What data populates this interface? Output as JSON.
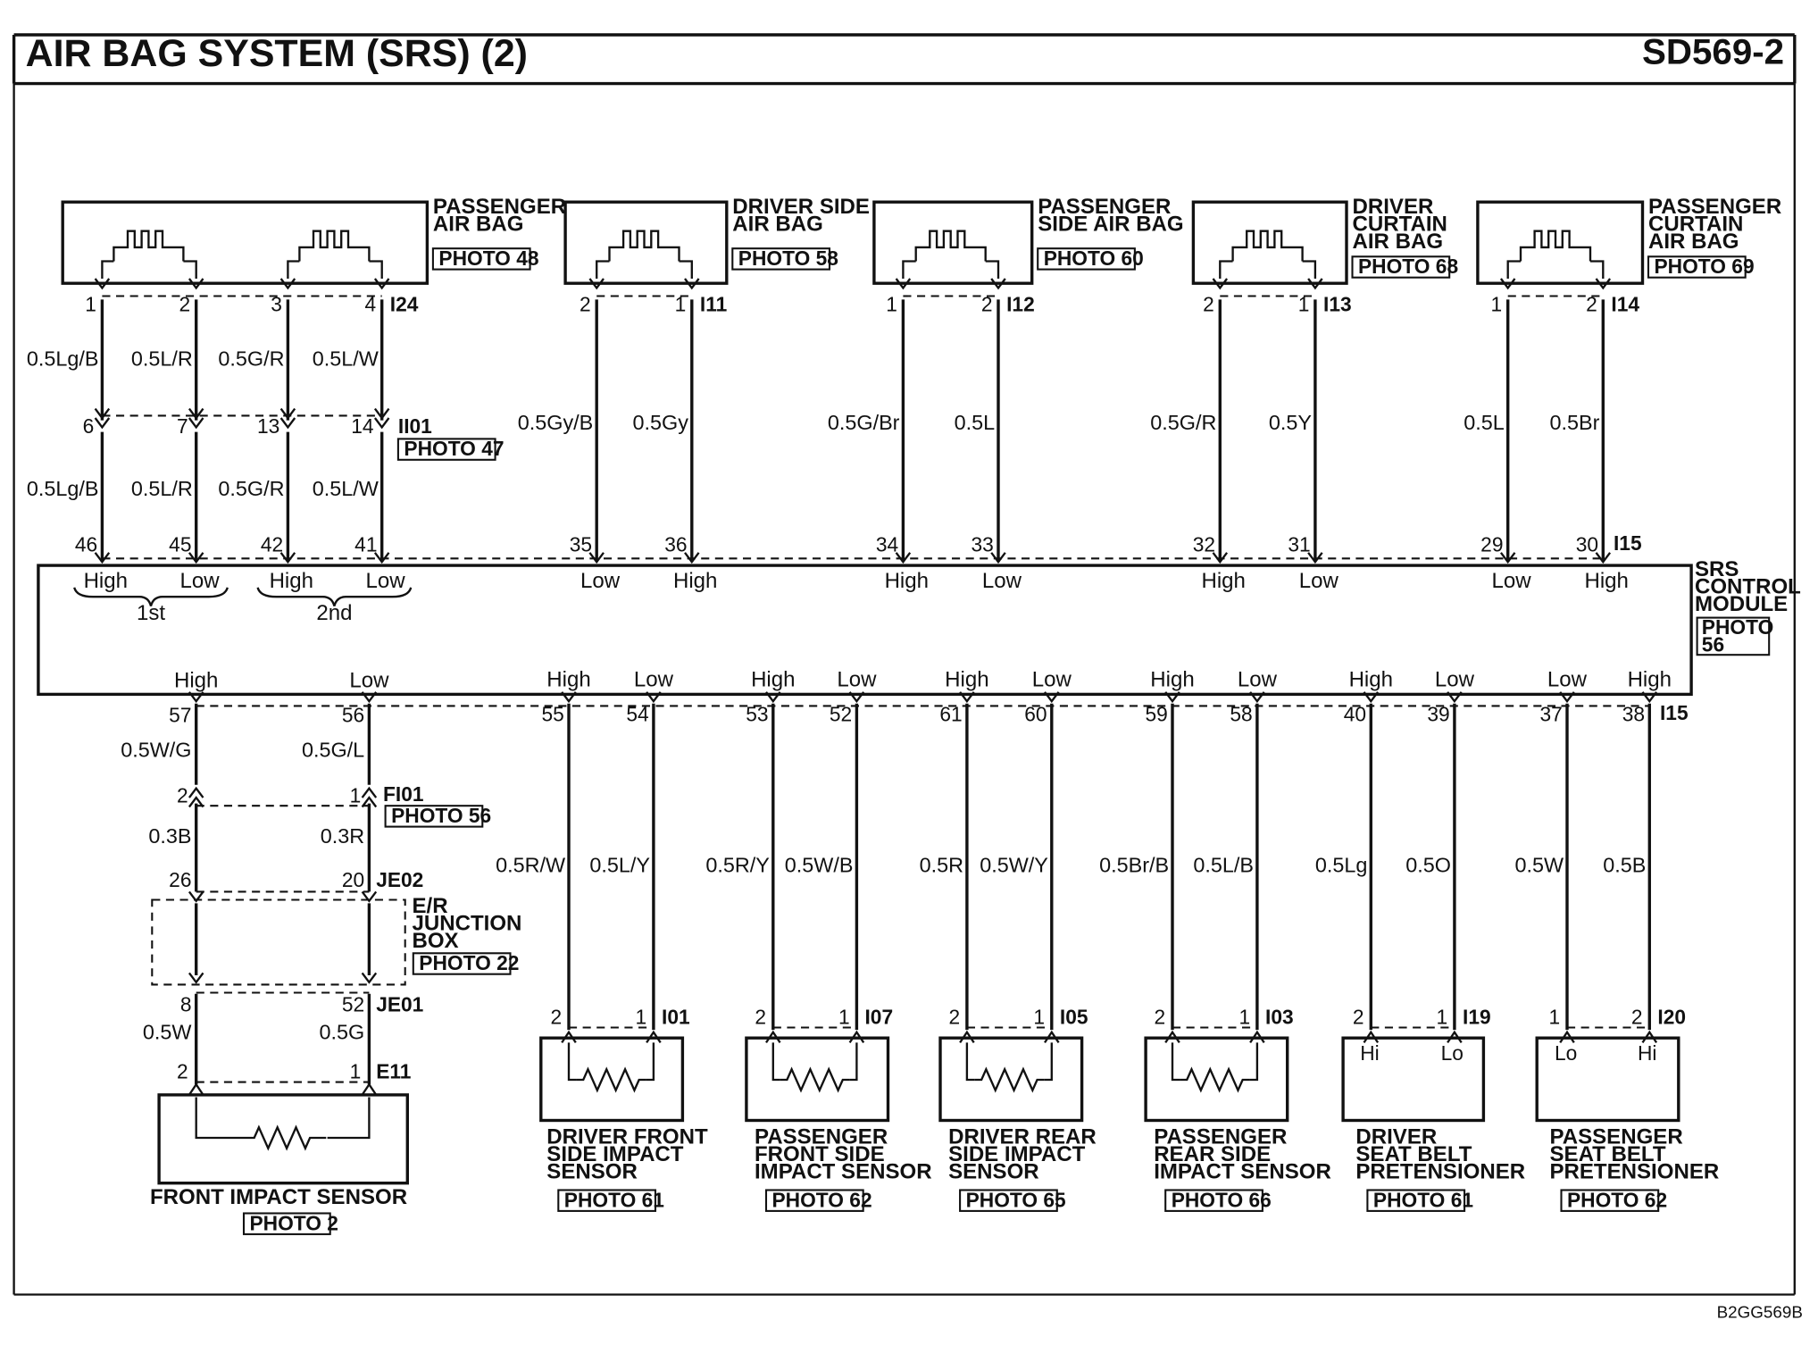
{
  "header": {
    "title": "AIR BAG SYSTEM (SRS) (2)",
    "code": "SD569-2"
  },
  "footer": {
    "code": "B2GG569B"
  },
  "module": {
    "name_lines": [
      "SRS",
      "CONTROL",
      "MODULE"
    ],
    "photo": "PHOTO",
    "photo_num": "56",
    "stage_1st": "1st",
    "stage_2nd": "2nd"
  },
  "top_components": [
    {
      "id": "pab",
      "lines": [
        "PASSENGER",
        "AIR BAG"
      ],
      "photo": "PHOTO 48"
    },
    {
      "id": "dsab",
      "lines": [
        "DRIVER SIDE",
        "AIR BAG"
      ],
      "photo": "PHOTO 58"
    },
    {
      "id": "psab",
      "lines": [
        "PASSENGER",
        "SIDE AIR BAG"
      ],
      "photo": "PHOTO 60"
    },
    {
      "id": "dcab",
      "lines": [
        "DRIVER",
        "CURTAIN",
        "AIR BAG"
      ],
      "photo": "PHOTO 68"
    },
    {
      "id": "pcab",
      "lines": [
        "PASSENGER",
        "CURTAIN",
        "AIR BAG"
      ],
      "photo": "PHOTO 69"
    }
  ],
  "top_connectors": [
    "I24",
    "I11",
    "I12",
    "I13",
    "I14"
  ],
  "inline_top": {
    "name": "II01",
    "photo": "PHOTO 47"
  },
  "module_connectors": [
    "I15",
    "I15"
  ],
  "top_wires": [
    {
      "pin_comp": "1",
      "wire1": "0.5Lg/B",
      "inl": "6",
      "wire2": "0.5Lg/B",
      "pin_mod": "46",
      "pol": "High"
    },
    {
      "pin_comp": "2",
      "wire1": "0.5L/R",
      "inl": "7",
      "wire2": "0.5L/R",
      "pin_mod": "45",
      "pol": "Low"
    },
    {
      "pin_comp": "3",
      "wire1": "0.5G/R",
      "inl": "13",
      "wire2": "0.5G/R",
      "pin_mod": "42",
      "pol": "High"
    },
    {
      "pin_comp": "4",
      "wire1": "0.5L/W",
      "inl": "14",
      "wire2": "0.5L/W",
      "pin_mod": "41",
      "pol": "Low"
    },
    {
      "pin_comp": "2",
      "wire": "0.5Gy/B",
      "pin_mod": "35",
      "pol": "Low"
    },
    {
      "pin_comp": "1",
      "wire": "0.5Gy",
      "pin_mod": "36",
      "pol": "High"
    },
    {
      "pin_comp": "1",
      "wire": "0.5G/Br",
      "pin_mod": "34",
      "pol": "High"
    },
    {
      "pin_comp": "2",
      "wire": "0.5L",
      "pin_mod": "33",
      "pol": "Low"
    },
    {
      "pin_comp": "2",
      "wire": "0.5G/R",
      "pin_mod": "32",
      "pol": "High"
    },
    {
      "pin_comp": "1",
      "wire": "0.5Y",
      "pin_mod": "31",
      "pol": "Low"
    },
    {
      "pin_comp": "1",
      "wire": "0.5L",
      "pin_mod": "29",
      "pol": "Low"
    },
    {
      "pin_comp": "2",
      "wire": "0.5Br",
      "pin_mod": "30",
      "pol": "High"
    }
  ],
  "front_chain": {
    "pins_mod": [
      "57",
      "56"
    ],
    "pol": [
      "High",
      "Low"
    ],
    "wire1": [
      "0.5W/G",
      "0.5G/L"
    ],
    "fi01_pins": [
      "2",
      "1"
    ],
    "fi01": "FI01",
    "fi01_photo": "PHOTO 56",
    "wire2": [
      "0.3B",
      "0.3R"
    ],
    "je02_pins": [
      "26",
      "20"
    ],
    "je02": "JE02",
    "jbox_lines": [
      "E/R",
      "JUNCTION",
      "BOX"
    ],
    "jbox_photo": "PHOTO 22",
    "je01_pins": [
      "8",
      "52"
    ],
    "je01": "JE01",
    "wire3": [
      "0.5W",
      "0.5G"
    ],
    "e11_pins": [
      "2",
      "1"
    ],
    "e11": "E11",
    "sensor_name": "FRONT IMPACT SENSOR",
    "sensor_photo": "PHOTO 2"
  },
  "bottom_components": [
    {
      "pins_mod": [
        "55",
        "54"
      ],
      "pol": [
        "High",
        "Low"
      ],
      "wires": [
        "0.5R/W",
        "0.5L/Y"
      ],
      "pins_comp": [
        "2",
        "1"
      ],
      "conn": "I01",
      "term": [
        "",
        ""
      ],
      "lines": [
        "DRIVER FRONT",
        "SIDE IMPACT",
        "SENSOR"
      ],
      "photo": "PHOTO 61"
    },
    {
      "pins_mod": [
        "53",
        "52"
      ],
      "pol": [
        "High",
        "Low"
      ],
      "wires": [
        "0.5R/Y",
        "0.5W/B"
      ],
      "pins_comp": [
        "2",
        "1"
      ],
      "conn": "I07",
      "term": [
        "",
        ""
      ],
      "lines": [
        "PASSENGER",
        "FRONT SIDE",
        "IMPACT SENSOR"
      ],
      "photo": "PHOTO 62"
    },
    {
      "pins_mod": [
        "61",
        "60"
      ],
      "pol": [
        "High",
        "Low"
      ],
      "wires": [
        "0.5R",
        "0.5W/Y"
      ],
      "pins_comp": [
        "2",
        "1"
      ],
      "conn": "I05",
      "term": [
        "",
        ""
      ],
      "lines": [
        "DRIVER REAR",
        "SIDE IMPACT",
        "SENSOR"
      ],
      "photo": "PHOTO 65"
    },
    {
      "pins_mod": [
        "59",
        "58"
      ],
      "pol": [
        "High",
        "Low"
      ],
      "wires": [
        "0.5Br/B",
        "0.5L/B"
      ],
      "pins_comp": [
        "2",
        "1"
      ],
      "conn": "I03",
      "term": [
        "",
        ""
      ],
      "lines": [
        "PASSENGER",
        "REAR SIDE",
        "IMPACT SENSOR"
      ],
      "photo": "PHOTO 66"
    },
    {
      "pins_mod": [
        "40",
        "39"
      ],
      "pol": [
        "High",
        "Low"
      ],
      "wires": [
        "0.5Lg",
        "0.5O"
      ],
      "pins_comp": [
        "2",
        "1"
      ],
      "conn": "I19",
      "term": [
        "Hi",
        "Lo"
      ],
      "lines": [
        "DRIVER",
        "SEAT BELT",
        "PRETENSIONER"
      ],
      "photo": "PHOTO 61"
    },
    {
      "pins_mod": [
        "37",
        "38"
      ],
      "pol": [
        "Low",
        "High"
      ],
      "wires": [
        "0.5W",
        "0.5B"
      ],
      "pins_comp": [
        "1",
        "2"
      ],
      "conn": "I20",
      "term": [
        "Lo",
        "Hi"
      ],
      "lines": [
        "PASSENGER",
        "SEAT BELT",
        "PRETENSIONER"
      ],
      "photo": "PHOTO 62"
    }
  ]
}
